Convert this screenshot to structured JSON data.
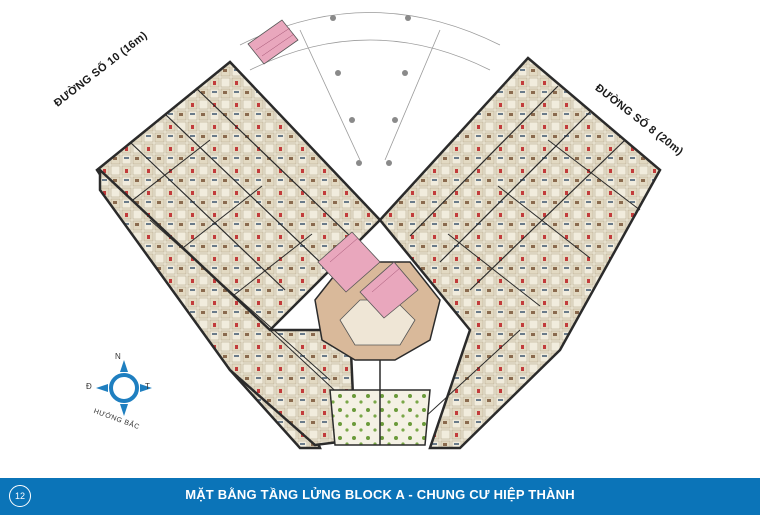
{
  "plan": {
    "road_left": "ĐƯỜNG SỐ 10 (16m)",
    "road_right": "ĐƯỜNG SỐ 8 (20m)"
  },
  "compass": {
    "north": "N",
    "west": "Đ",
    "east": "T",
    "caption": "HƯỚNG BẮC"
  },
  "footer": {
    "page_number": "12",
    "title": "MẶT BẰNG TẦNG LỬNG BLOCK A - CHUNG CƯ HIỆP THÀNH"
  },
  "colors": {
    "footer_bg": "#0b74b8",
    "stair_pink": "#e9a7bd",
    "floor_beige": "#e8e1cf",
    "lobby_tan": "#d9b99a",
    "wall_dark": "#2b2b2b"
  }
}
